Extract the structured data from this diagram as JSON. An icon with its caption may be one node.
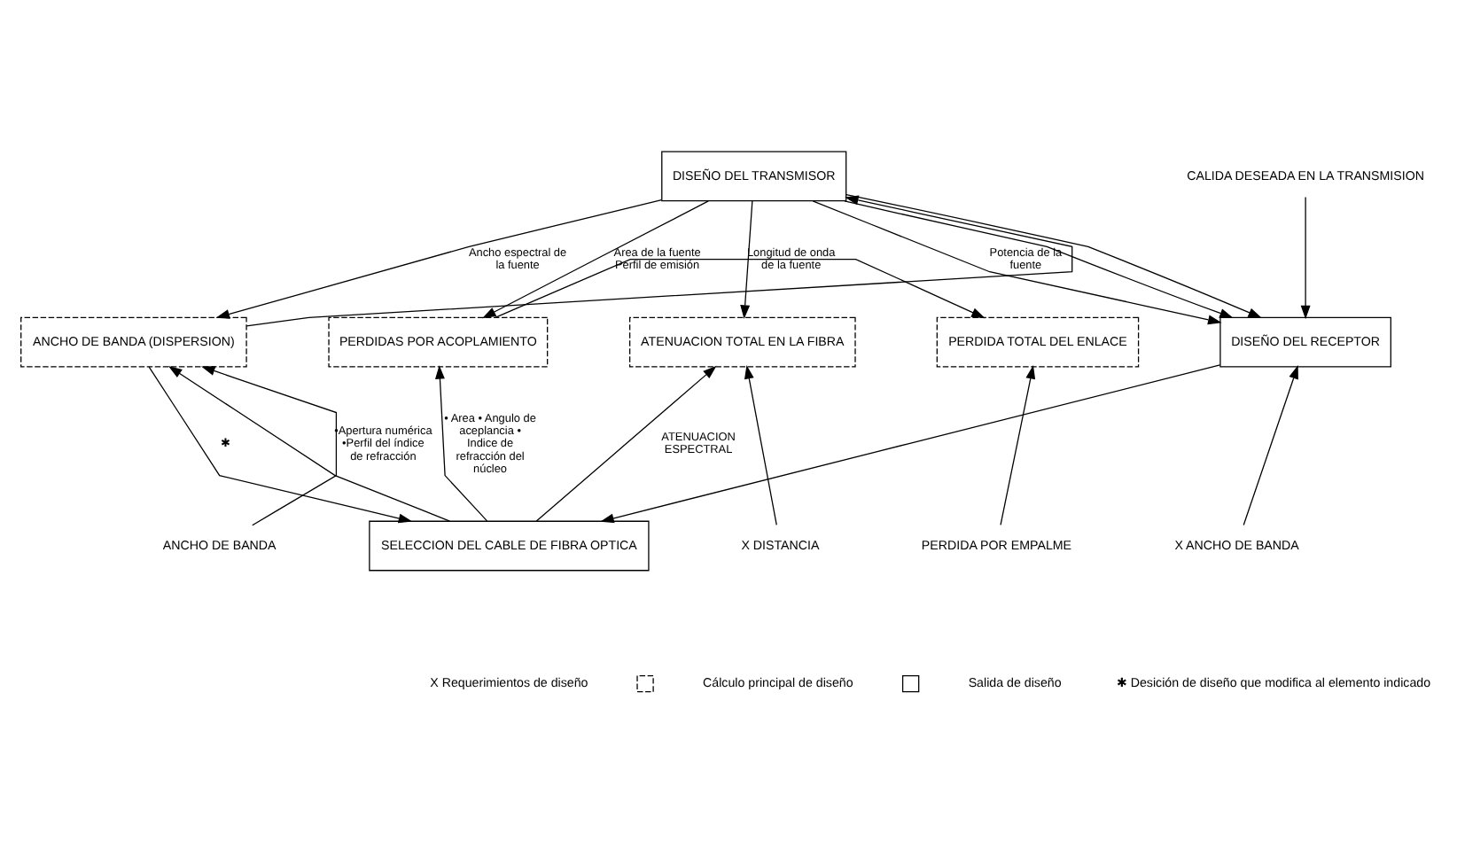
{
  "diagram": {
    "nodes": [
      {
        "text": [
          "DISEÑO DEL TRANSMISOR"
        ]
      },
      {
        "text": [
          "ANCHO DE BANDA (DISPERSION)"
        ]
      },
      {
        "text": [
          "PERDIDAS POR ACOPLAMIENTO"
        ]
      },
      {
        "text": [
          "ATENUACION TOTAL EN LA FIBRA"
        ]
      },
      {
        "text": [
          "PERDIDA TOTAL DEL ENLACE"
        ]
      },
      {
        "text": [
          "DISEÑO DEL RECEPTOR"
        ]
      },
      {
        "text": [
          "SELECCION DEL CABLE DE FIBRA OPTICA"
        ]
      },
      {
        "text": [
          "CALIDA DESEADA EN LA TRANSMISION"
        ]
      },
      {
        "text": [
          "ANCHO DE BANDA"
        ]
      },
      {
        "text": [
          "X DISTANCIA"
        ]
      },
      {
        "text": [
          "PERDIDA POR EMPALME"
        ]
      },
      {
        "text": [
          "X ANCHO DE BANDA"
        ]
      }
    ],
    "edges": [
      {
        "from": 0,
        "to": 1,
        "arrow": "to",
        "label": "Ancho espectral de la fuente"
      },
      {
        "from": 1,
        "to": 0,
        "arrow": "to"
      },
      {
        "from": 0,
        "to": 2,
        "arrow": "to",
        "label": "Area de la fuente Perfil de emisión"
      },
      {
        "from": 0,
        "to": 5,
        "arrow": "to",
        "label": "Potencia de la fuente"
      },
      {
        "from": 0,
        "to": 5,
        "arrow": "to"
      },
      {
        "from": 0,
        "to": 3,
        "arrow": "to",
        "label": "Longitud de onda de la fuente"
      },
      {
        "from": 0,
        "to": 5,
        "arrow": "to"
      },
      {
        "from": 2,
        "to": 4,
        "arrow": "to"
      },
      {
        "from": 7,
        "to": 5,
        "arrow": "to"
      },
      {
        "from": 8,
        "to": 1,
        "arrow": "to"
      },
      {
        "from": 6,
        "to": 1,
        "arrow": "to",
        "label": "•Apertura numérica •Perfil del índice de refracción"
      },
      {
        "from": 1,
        "to": 6,
        "arrow": "to",
        "label": "✱"
      },
      {
        "from": 6,
        "to": 2,
        "arrow": "to",
        "label": "• Area • Angulo de aceplancia • Indice de refracción del núcleo"
      },
      {
        "from": 6,
        "to": 3,
        "arrow": "to",
        "label": "ATENUACION ESPECTRAL"
      },
      {
        "from": 9,
        "to": 3,
        "arrow": "to"
      },
      {
        "from": 10,
        "to": 4,
        "arrow": "to"
      },
      {
        "from": 11,
        "to": 5,
        "arrow": "to"
      },
      {
        "from": 5,
        "to": 6,
        "arrow": "to"
      }
    ],
    "legend": [
      {
        "text": "X Requerimientos de diseño"
      },
      {
        "text": "Cálculo principal de diseño"
      },
      {
        "text": "Salida de diseño"
      },
      {
        "text": "✱ Desición de diseño que modifica al elemento indicado"
      }
    ]
  }
}
